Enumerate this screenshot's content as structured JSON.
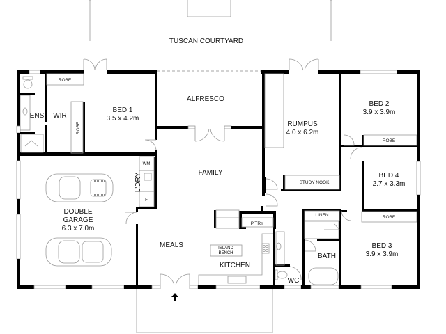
{
  "plan": {
    "courtyard_label": "TUSCAN COURTYARD",
    "rooms": {
      "ens": {
        "name": "ENS"
      },
      "wir": {
        "name": "WIR"
      },
      "robe_bed1_top": {
        "name": "ROBE"
      },
      "robe_bed1_side": {
        "name": "ROBE"
      },
      "bed1": {
        "name": "BED 1",
        "size": "3.5 x 4.2m"
      },
      "alfresco": {
        "name": "ALFRESCO"
      },
      "rumpus": {
        "name": "RUMPUS",
        "size": "4.0 x 6.2m"
      },
      "study_nook": {
        "name": "STUDY NOOK"
      },
      "bed2": {
        "name": "BED 2",
        "size": "3.9 x 3.9m"
      },
      "robe_bed2": {
        "name": "ROBE"
      },
      "bed4": {
        "name": "BED 4",
        "size": "2.7 x 3.3m"
      },
      "robe_bed3": {
        "name": "ROBE"
      },
      "bed3": {
        "name": "BED 3",
        "size": "3.9 x 3.9m"
      },
      "linen": {
        "name": "LINEN"
      },
      "bath": {
        "name": "BATH"
      },
      "wc": {
        "name": "WC"
      },
      "family": {
        "name": "FAMILY"
      },
      "meals": {
        "name": "MEALS"
      },
      "kitchen": {
        "name": "KITCHEN"
      },
      "pantry": {
        "name": "P'TRY"
      },
      "island_line1": {
        "name": "ISLAND"
      },
      "island_line2": {
        "name": "BENCH"
      },
      "laundry": {
        "name": "L'DRY"
      },
      "wm": {
        "name": "WM"
      },
      "fridge": {
        "name": "F"
      },
      "garage_line1": {
        "name": "DOUBLE"
      },
      "garage_line2": {
        "name": "GARAGE"
      },
      "garage_size": {
        "name": "6.3 x 7.0m"
      }
    },
    "entry_arrow": "up-arrow"
  }
}
